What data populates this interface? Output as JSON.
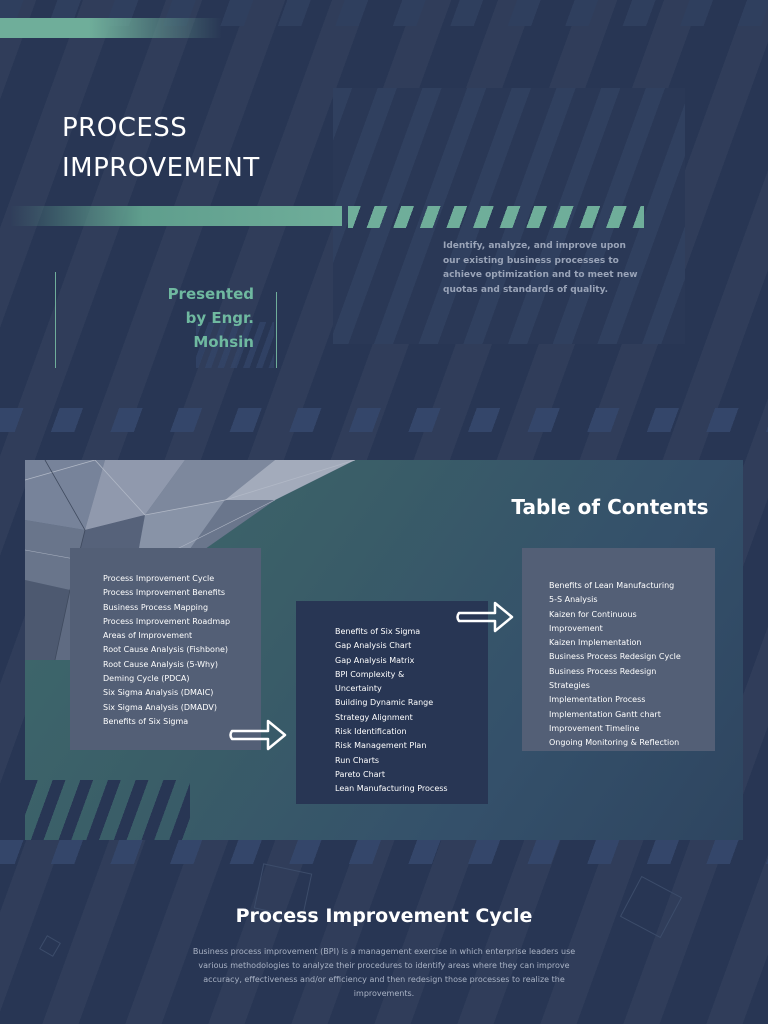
{
  "slide1": {
    "title_line1": "PROCESS",
    "title_line2": "IMPROVEMENT",
    "description": "Identify, analyze, and improve upon our existing business processes to achieve optimization and to meet new quotas and standards of quality.",
    "presented_line1": "Presented",
    "presented_line2": "by Engr.",
    "presented_line3": "Mohsin"
  },
  "toc": {
    "heading": "Table of Contents",
    "column1": [
      "Process Improvement Cycle",
      "Process Improvement Benefits",
      "Business Process Mapping",
      "Process Improvement Roadmap",
      "Areas of Improvement",
      "Root Cause Analysis (Fishbone)",
      "Root Cause Analysis (5-Why)",
      "Deming Cycle (PDCA)",
      "Six Sigma Analysis (DMAIC)",
      "Six Sigma Analysis (DMADV)",
      "Benefits of Six Sigma"
    ],
    "column2": [
      "Benefits of Six Sigma",
      "Gap Analysis Chart",
      "Gap Analysis Matrix",
      "BPI Complexity &",
      "Uncertainty",
      "Building Dynamic Range",
      "Strategy Alignment",
      "Risk Identification",
      "Risk Management Plan",
      "Run Charts",
      "Pareto Chart",
      "Lean Manufacturing Process"
    ],
    "column3": [
      "Benefits of Lean Manufacturing",
      "5-S Analysis",
      "Kaizen for Continuous",
      "Improvement",
      "Kaizen Implementation",
      "Business Process Redesign Cycle",
      "Business Process Redesign",
      "Strategies",
      "Implementation Process",
      "Implementation Gantt chart",
      "Improvement Timeline",
      "Ongoing Monitoring & Reflection"
    ]
  },
  "slide3": {
    "title": "Process Improvement Cycle",
    "body": "Business process improvement (BPI) is a management exercise in which enterprise leaders use various methodologies to analyze their procedures to identify areas where they can improve accuracy, effectiveness and/or efficiency and then redesign those processes to realize the improvements."
  },
  "colors": {
    "background": "#283654",
    "accent": "#6fae9a",
    "presented_text": "#6fb9a0",
    "toc_box_light": "#535f76",
    "toc_box_dark": "#283654"
  },
  "icons": [
    "arrow-right-icon",
    "arrow-right-icon"
  ]
}
